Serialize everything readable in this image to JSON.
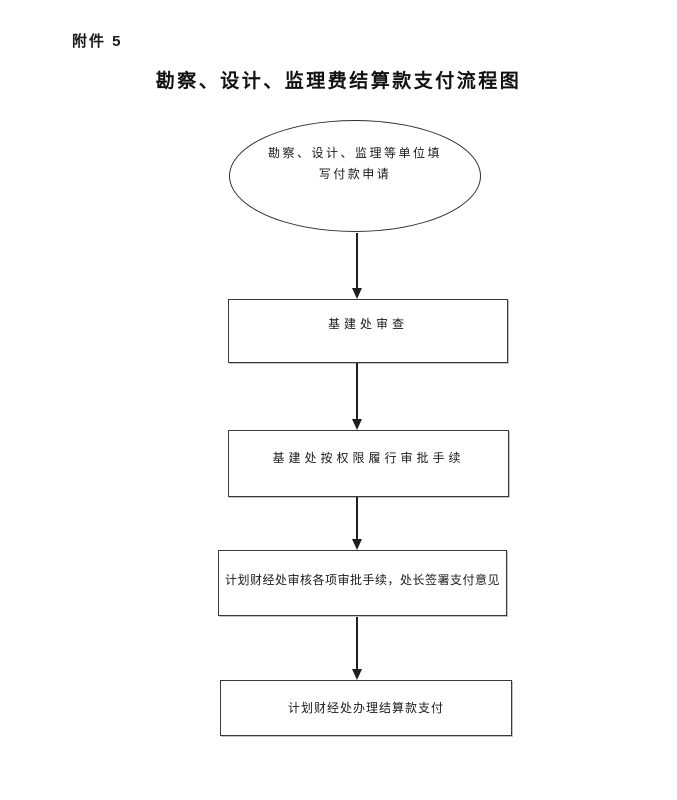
{
  "page": {
    "attachment_label": "附件 5",
    "title": "勘察、设计、监理费结算款支付流程图"
  },
  "flowchart": {
    "start_ellipse": {
      "lines": [
        "勘察、设计、监理等单位填",
        "写付款申请"
      ],
      "full_text": "勘察、设计、监理等单位填写付款申请"
    },
    "steps": [
      {
        "label": "基建处审查"
      },
      {
        "label": "基建处按权限履行审批手续"
      },
      {
        "label": "计划财经处审核各项审批手续，处长签署支付意见"
      },
      {
        "label": "计划财经处办理结算款支付"
      }
    ],
    "colors": {
      "background": "#ffffff",
      "line": "#1f1f1f",
      "text": "#1a1a1a"
    }
  }
}
